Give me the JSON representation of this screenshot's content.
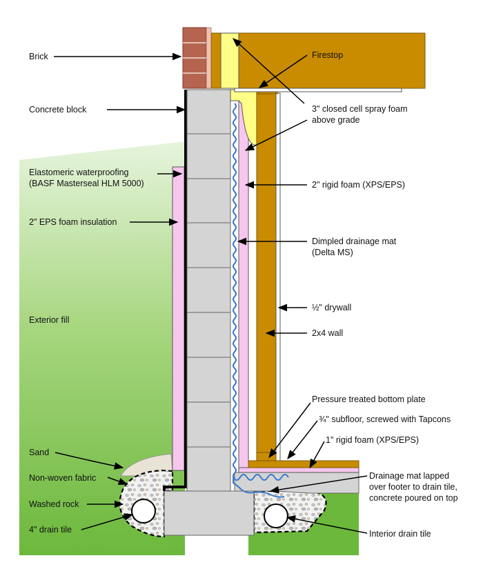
{
  "labels": {
    "brick": "Brick",
    "concrete_block": "Concrete block",
    "elastomeric": "Elastomeric waterproofing\n(BASF Masterseal HLM 5000)",
    "eps_foam": "2\" EPS foam insulation",
    "exterior_fill": "Exterior fill",
    "sand": "Sand",
    "non_woven": "Non-woven fabric",
    "washed_rock": "Washed rock",
    "drain_tile": "4\" drain tile",
    "firestop": "Firestop",
    "spray_foam": "3\" closed cell spray foam\nabove grade",
    "rigid_foam_2": "2\" rigid foam (XPS/EPS)",
    "dimpled_mat": "Dimpled drainage mat\n(Delta MS)",
    "drywall": "½\" drywall",
    "wall_2x4": "2x4 wall",
    "bottom_plate": "Pressure treated bottom plate",
    "subfloor": "¾\" subfloor, screwed with Tapcons",
    "rigid_foam_1": "1\" rigid foam (XPS/EPS)",
    "drainage_lapped": "Drainage mat lapped\nover footer to drain tile,\nconcrete poured on top",
    "interior_drain": "Interior drain tile"
  },
  "colors": {
    "fill_grass": "#7fc24f",
    "fill_light": "#dff0d4",
    "wood": "#c98c00",
    "wood_edge": "#7a5600",
    "brick": "#b5654f",
    "concrete": "#d4d4d4",
    "pink_foam": "#f7c6ef",
    "spray_foam": "#ffff88",
    "drain_mat": "#3a78c9",
    "sand": "#e9e3d6"
  }
}
